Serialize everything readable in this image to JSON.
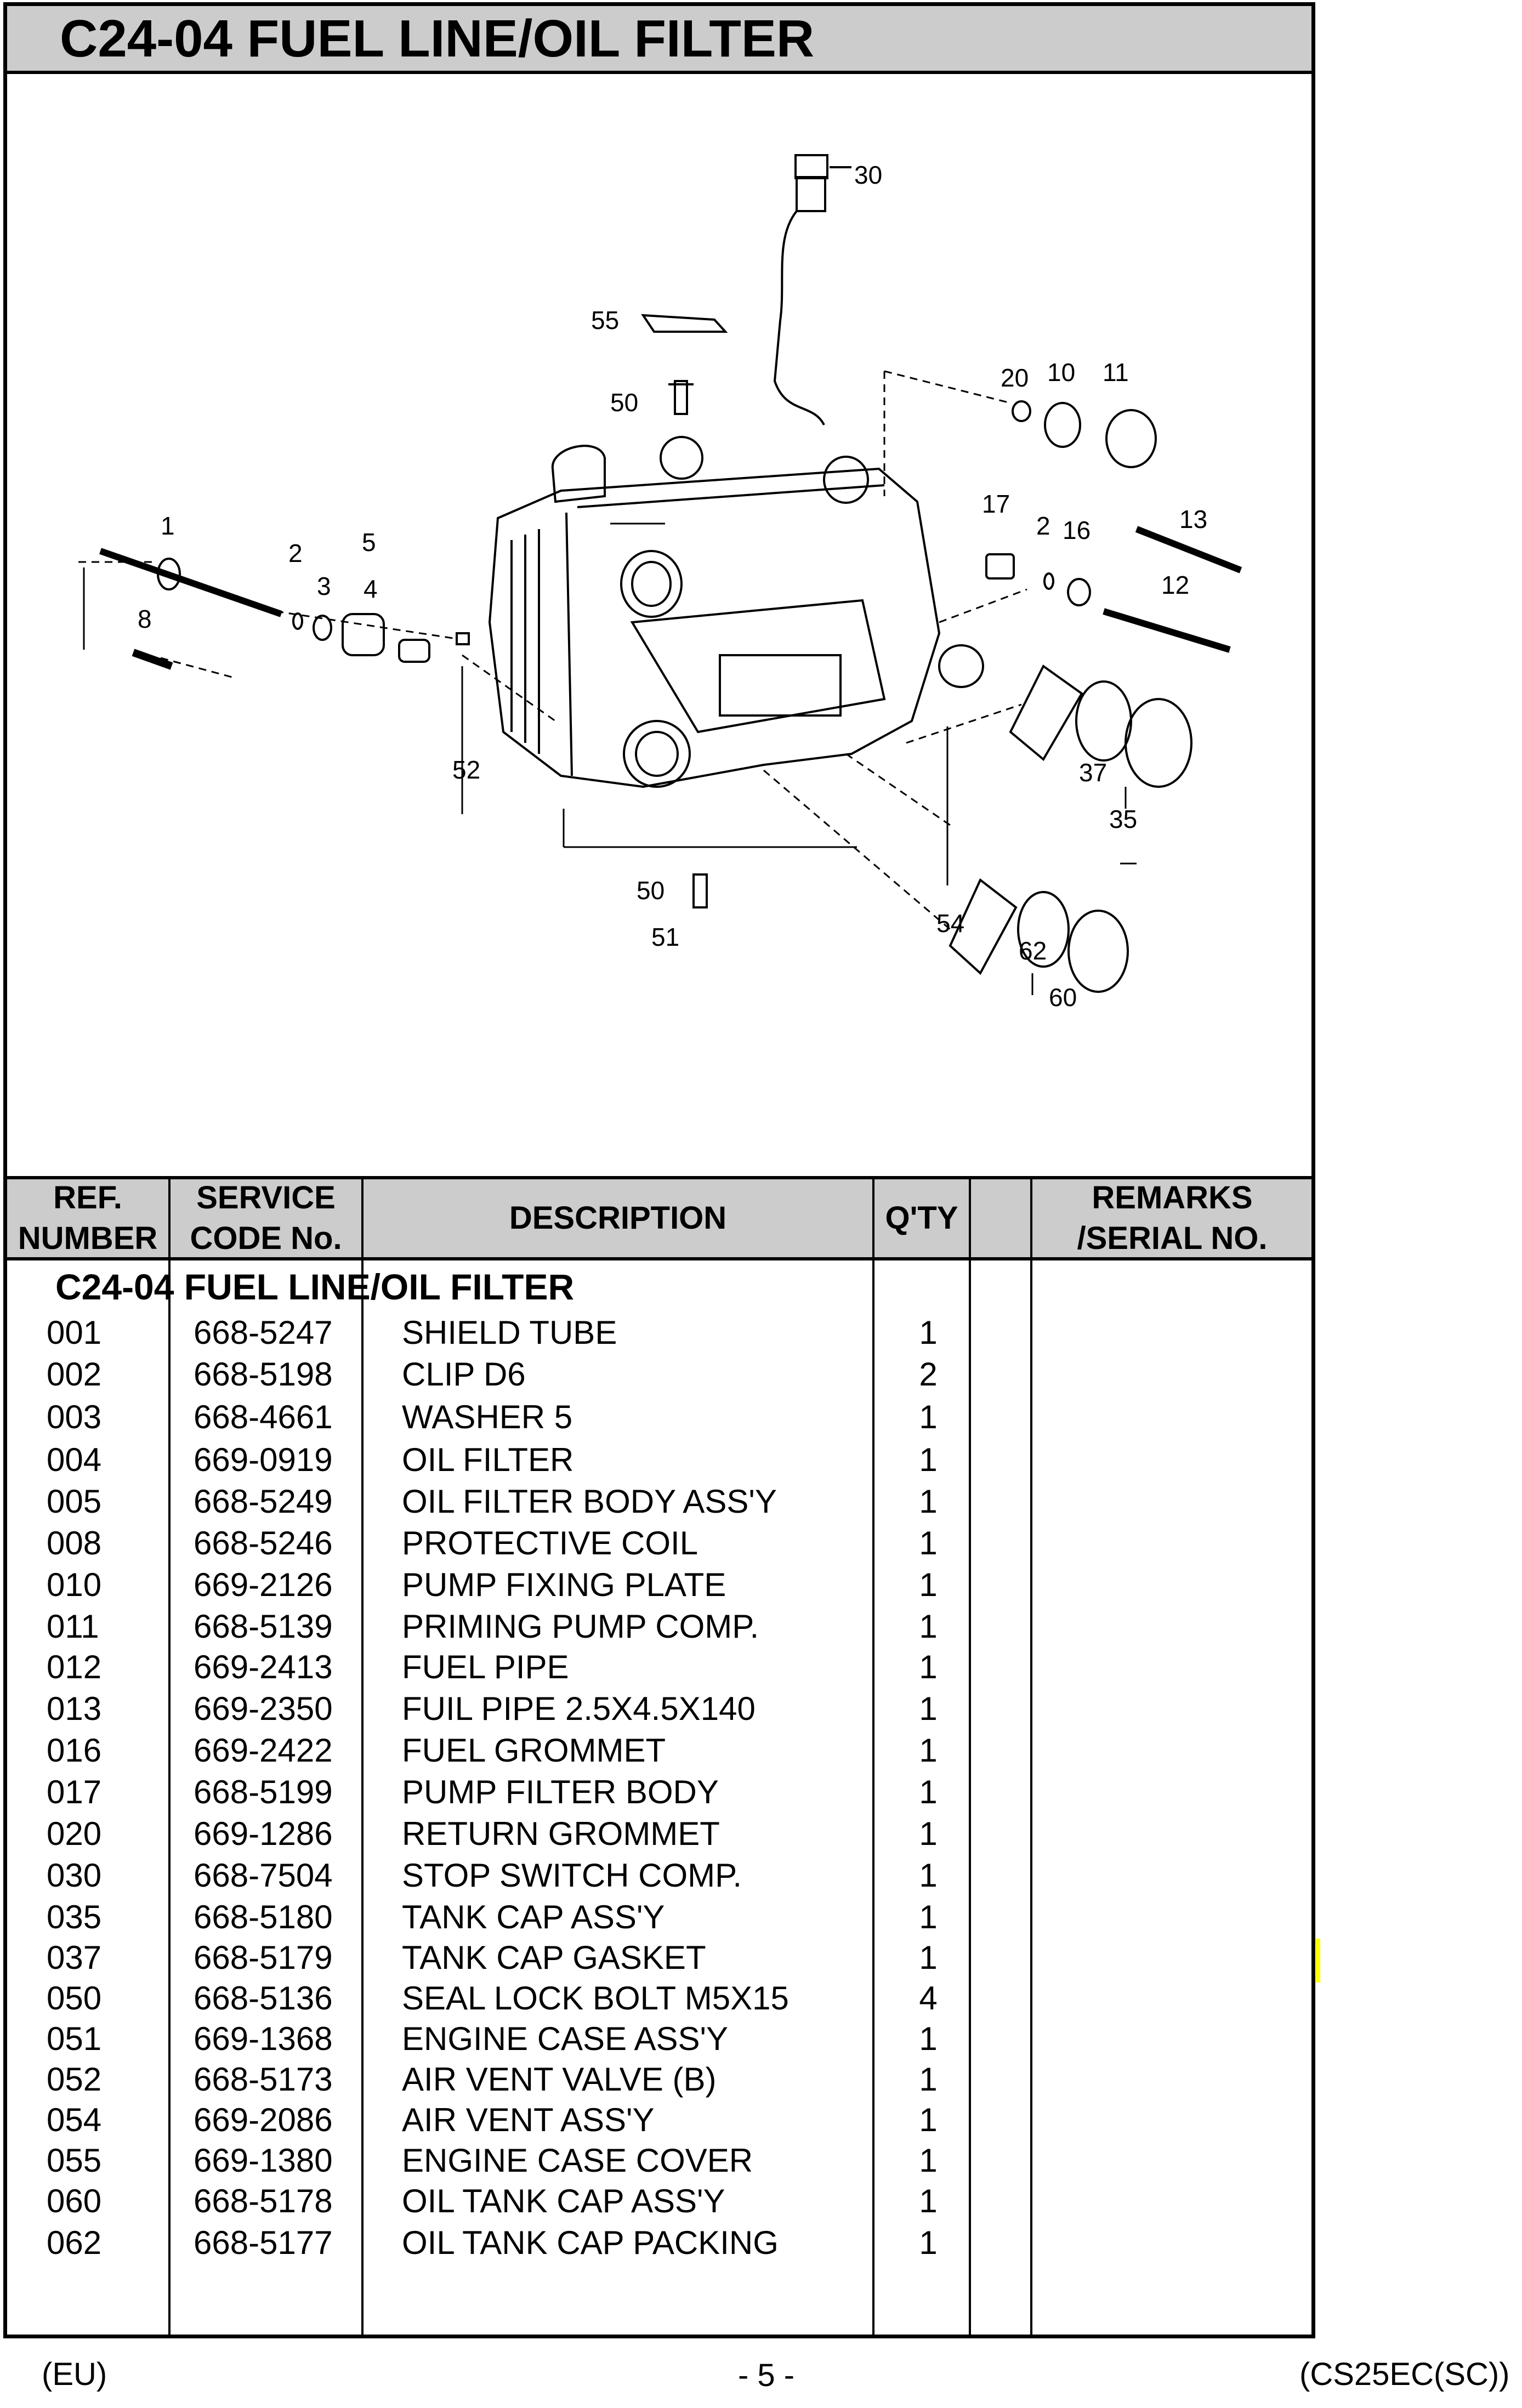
{
  "page": {
    "title": "C24-04 FUEL LINE/OIL FILTER",
    "footer_left": "(EU)",
    "footer_center": "- 5 -",
    "footer_right": "(CS25EC(SC))"
  },
  "diagram": {
    "callouts": [
      "30",
      "55",
      "50",
      "20",
      "10",
      "11",
      "17",
      "2",
      "16",
      "13",
      "12",
      "1",
      "2",
      "5",
      "3",
      "4",
      "8",
      "52",
      "37",
      "35",
      "50",
      "51",
      "54",
      "62",
      "60"
    ]
  },
  "table": {
    "headers": {
      "ref": "REF. NUMBER",
      "code": "SERVICE CODE No.",
      "desc": "DESCRIPTION",
      "qty": "Q'TY",
      "blank": "",
      "remarks": "REMARKS /SERIAL NO."
    },
    "section_title": "C24-04 FUEL LINE/OIL FILTER",
    "rows": [
      {
        "ref": "001",
        "code": "668-5247",
        "desc": "SHIELD TUBE",
        "qty": "1"
      },
      {
        "ref": "002",
        "code": "668-5198",
        "desc": "CLIP D6",
        "qty": "2"
      },
      {
        "ref": "003",
        "code": "668-4661",
        "desc": "WASHER 5",
        "qty": "1"
      },
      {
        "ref": "004",
        "code": "669-0919",
        "desc": "OIL FILTER",
        "qty": "1"
      },
      {
        "ref": "005",
        "code": "668-5249",
        "desc": "OIL FILTER BODY ASS'Y",
        "qty": "1"
      },
      {
        "ref": "008",
        "code": "668-5246",
        "desc": "PROTECTIVE COIL",
        "qty": "1"
      },
      {
        "ref": "010",
        "code": "669-2126",
        "desc": "PUMP FIXING PLATE",
        "qty": "1"
      },
      {
        "ref": "011",
        "code": "668-5139",
        "desc": "PRIMING PUMP COMP.",
        "qty": "1"
      },
      {
        "ref": "012",
        "code": "669-2413",
        "desc": "FUEL PIPE",
        "qty": "1"
      },
      {
        "ref": "013",
        "code": "669-2350",
        "desc": "FUIL PIPE 2.5X4.5X140",
        "qty": "1"
      },
      {
        "ref": "016",
        "code": "669-2422",
        "desc": "FUEL GROMMET",
        "qty": "1"
      },
      {
        "ref": "017",
        "code": "668-5199",
        "desc": "PUMP FILTER BODY",
        "qty": "1"
      },
      {
        "ref": "020",
        "code": "669-1286",
        "desc": "RETURN GROMMET",
        "qty": "1"
      },
      {
        "ref": "030",
        "code": "668-7504",
        "desc": "STOP SWITCH COMP.",
        "qty": "1"
      },
      {
        "ref": "035",
        "code": "668-5180",
        "desc": "TANK CAP ASS'Y",
        "qty": "1"
      },
      {
        "ref": "037",
        "code": "668-5179",
        "desc": "TANK CAP GASKET",
        "qty": "1"
      },
      {
        "ref": "050",
        "code": "668-5136",
        "desc": "SEAL LOCK BOLT M5X15",
        "qty": "4"
      },
      {
        "ref": "051",
        "code": "669-1368",
        "desc": "ENGINE CASE ASS'Y",
        "qty": "1"
      },
      {
        "ref": "052",
        "code": "668-5173",
        "desc": "AIR VENT VALVE (B)",
        "qty": "1"
      },
      {
        "ref": "054",
        "code": "669-2086",
        "desc": "AIR VENT ASS'Y",
        "qty": "1"
      },
      {
        "ref": "055",
        "code": "669-1380",
        "desc": "ENGINE CASE COVER",
        "qty": "1"
      },
      {
        "ref": "060",
        "code": "668-5178",
        "desc": "OIL TANK CAP ASS'Y",
        "qty": "1"
      },
      {
        "ref": "062",
        "code": "668-5177",
        "desc": "OIL TANK CAP PACKING",
        "qty": "1"
      }
    ]
  },
  "colors": {
    "header_fill": "#cccccc",
    "border": "#000000",
    "highlight_mark": "#ffff00"
  }
}
